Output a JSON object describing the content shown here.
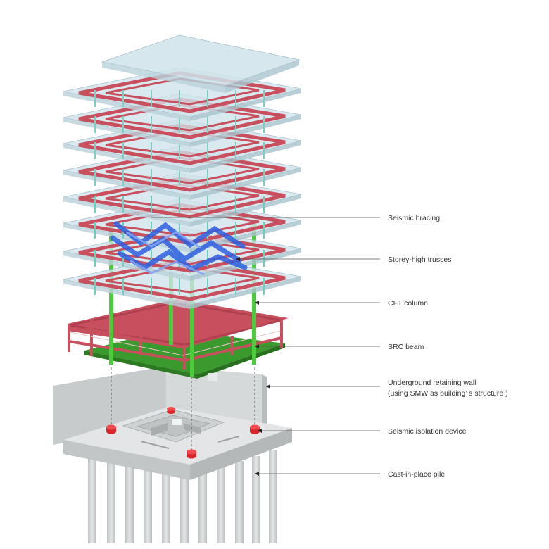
{
  "labels": {
    "seismic_bracing": "Seismic bracing",
    "storey_trusses": "Storey-high trusses",
    "cft_column": "CFT column",
    "src_beam": "SRC beam",
    "retaining_wall_line1": "Underground retaining wall",
    "retaining_wall_line2": "(using SMW as building’ s structure )",
    "isolation_device": "Seismic isolation device",
    "pile": "Cast-in-place pile"
  },
  "colors": {
    "steel_frame": "#c8505e",
    "floor_glass": "#cfe3ea",
    "cft_column": "#4ccc3c",
    "bracing": "#3b6fe0",
    "concrete": "#d4d7d8",
    "isolator": "#d8262b",
    "base_slab": "#3a9a2e"
  }
}
